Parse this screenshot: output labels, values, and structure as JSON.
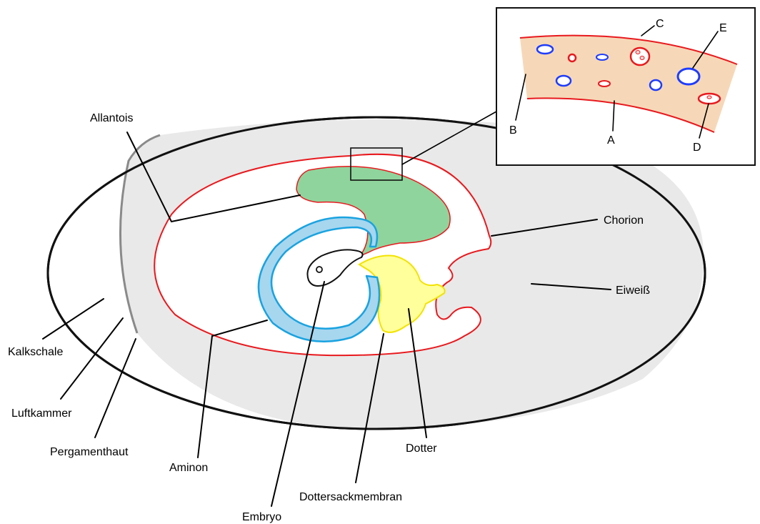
{
  "labels": {
    "allantois": "Allantois",
    "chorion": "Chorion",
    "eiweiss": "Eiweiß",
    "kalkschale": "Kalkschale",
    "luftkammer": "Luftkammer",
    "pergamenthaut": "Pergamenthaut",
    "aminon": "Aminon",
    "embryo": "Embryo",
    "dottersackmembran": "Dottersackmembran",
    "dotter": "Dotter"
  },
  "inset_labels": {
    "a": "A",
    "b": "B",
    "c": "C",
    "d": "D",
    "e": "E"
  },
  "colors": {
    "shell_outline": "#111111",
    "albumen": "#e9e9e9",
    "air_cell_membrane": "#8a8a8a",
    "chorion": "#e8191e",
    "allantois_fill": "#8fd49c",
    "amnion_fill": "#a7d6ef",
    "amnion_outline": "#1aa3e0",
    "yolk_fill": "#ffff9c",
    "yolk_outline": "#f2e300",
    "inset_tissue": "#f6d8b8",
    "inset_blue_vessel": "#1e3cff",
    "inset_red_vessel": "#e8191e"
  }
}
